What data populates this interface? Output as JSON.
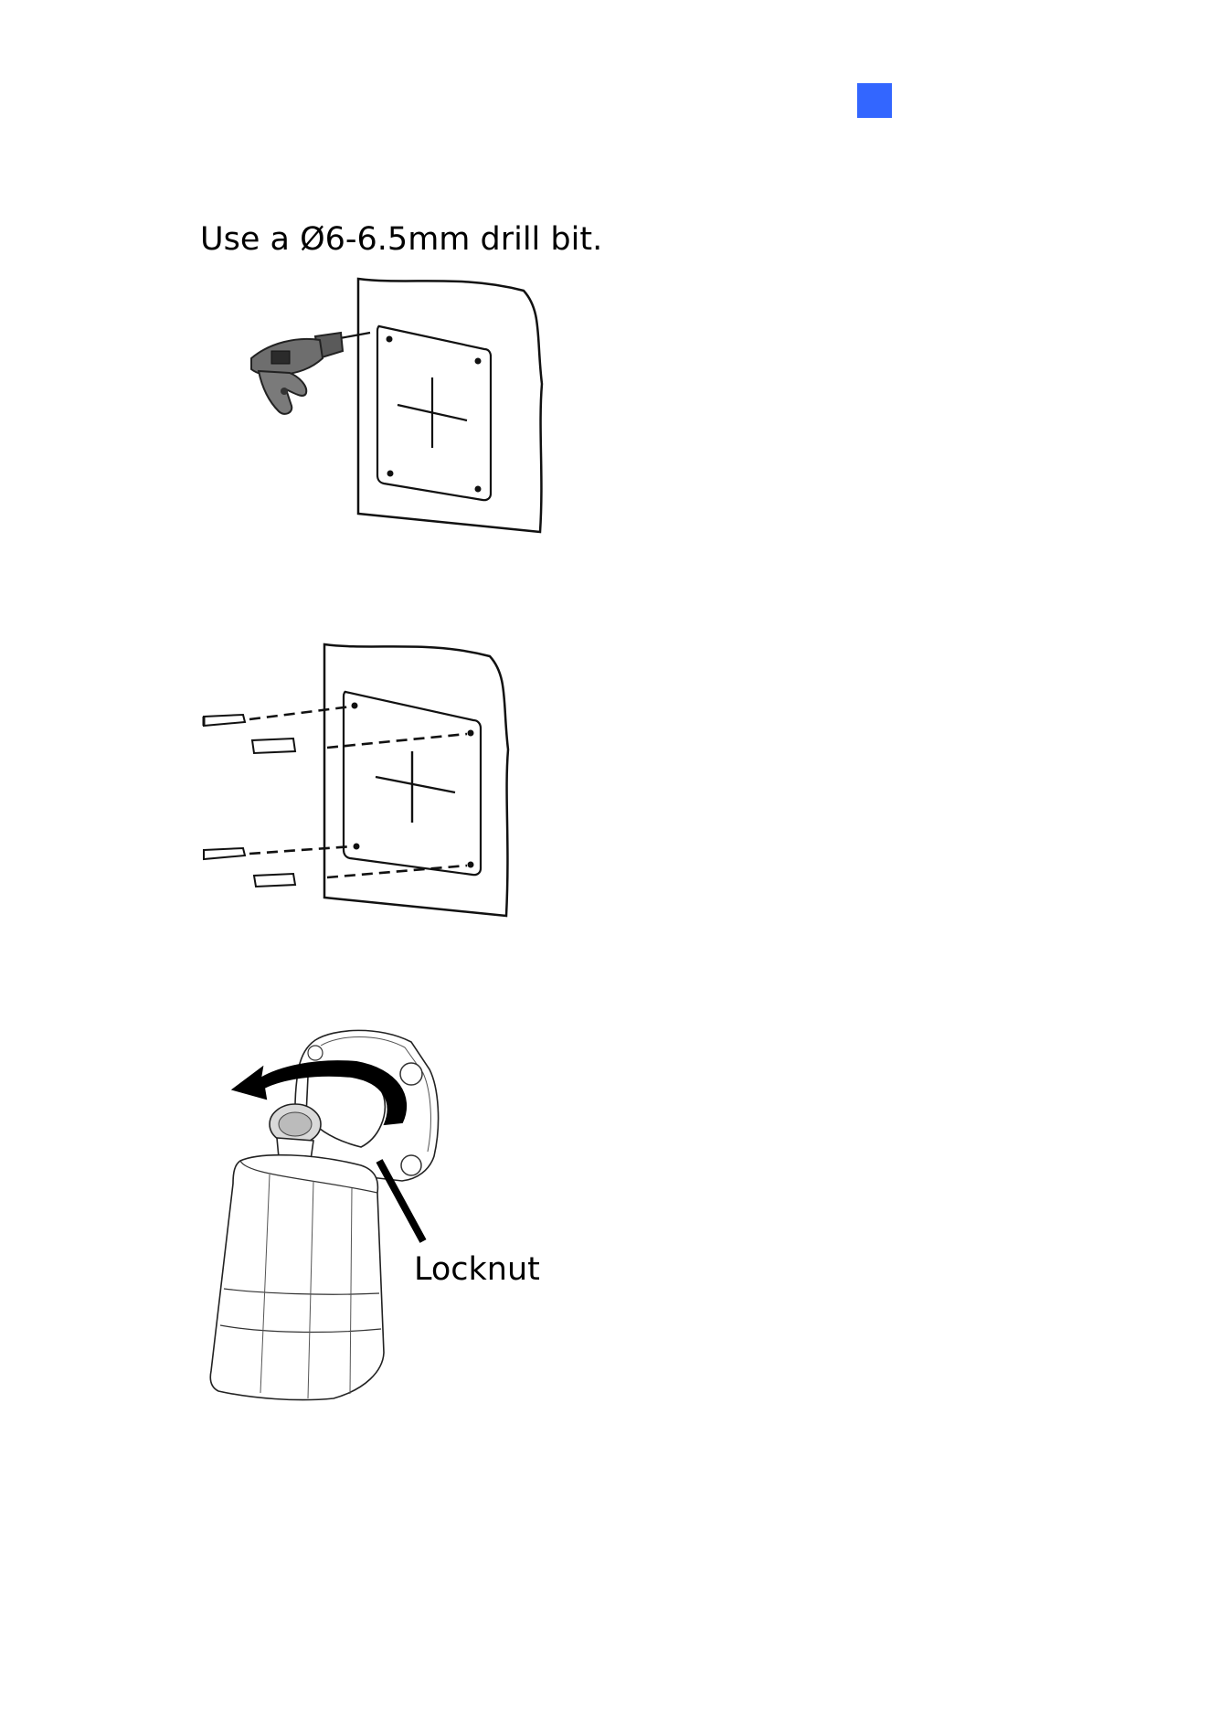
{
  "header": {
    "marker_color": "#3366ff"
  },
  "step1": {
    "caption": "Use a Ø6-6.5mm drill bit."
  },
  "step3": {
    "callout_label": "Locknut"
  },
  "colors": {
    "line": "#111111",
    "wall_fill": "#ffffff",
    "drill_body": "#6e6e6e",
    "drill_dark": "#3a3a3a"
  },
  "icons": {
    "step1": "drill-into-wall-illustration",
    "step2": "wall-anchors-illustration",
    "step3": "camera-locknut-illustration",
    "arrow": "rotate-counterclockwise-arrow-icon"
  }
}
